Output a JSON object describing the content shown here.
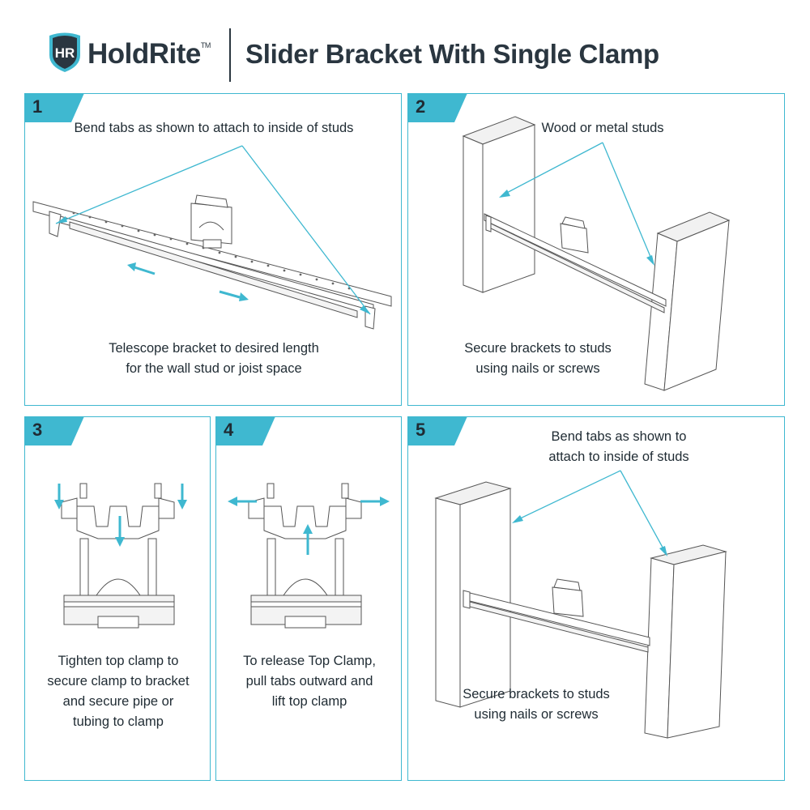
{
  "header": {
    "logo_mark": "HR",
    "brand": "HoldRite",
    "trademark": "TM",
    "title": "Slider Bracket With Single Clamp"
  },
  "colors": {
    "accent": "#3fb8d0",
    "dark": "#2a3640"
  },
  "panels": [
    {
      "number": "1",
      "top_caption": [
        "Bend tabs as shown to attach to inside of studs"
      ],
      "bottom_caption": [
        "Telescope bracket to desired length",
        "for the wall stud or joist space"
      ]
    },
    {
      "number": "2",
      "top_caption": [
        "Wood or metal studs"
      ],
      "bottom_caption": [
        "Secure brackets to studs",
        "using nails or screws"
      ]
    },
    {
      "number": "3",
      "bottom_caption": [
        "Tighten top clamp to",
        "secure clamp to bracket",
        "and secure pipe or",
        "tubing to clamp"
      ]
    },
    {
      "number": "4",
      "bottom_caption": [
        "To release Top Clamp,",
        "pull tabs outward and",
        "lift top clamp"
      ]
    },
    {
      "number": "5",
      "top_caption": [
        "Bend tabs as shown to",
        "attach to inside of studs"
      ],
      "bottom_caption": [
        "Secure brackets to studs",
        "using nails or screws"
      ]
    }
  ]
}
